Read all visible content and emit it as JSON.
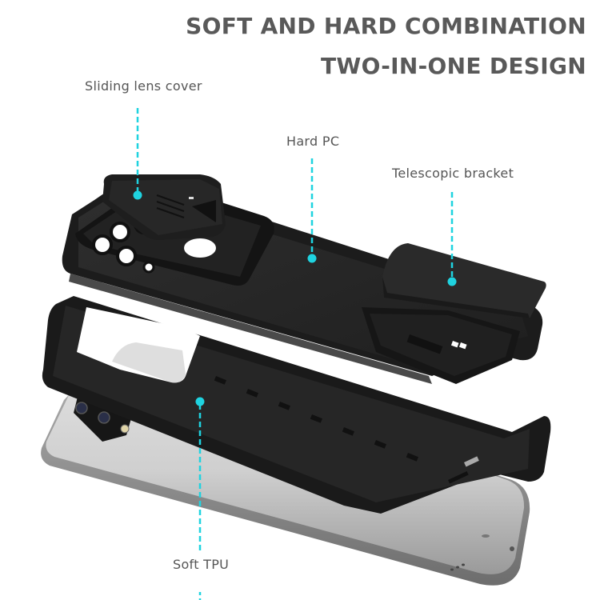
{
  "headline": {
    "line1": "SOFT AND HARD COMBINATION",
    "line2": "TWO-IN-ONE DESIGN"
  },
  "callouts": [
    {
      "label": "Sliding lens cover",
      "icon": "cyan-dot-marker"
    },
    {
      "label": "Hard PC",
      "icon": "cyan-dot-marker"
    },
    {
      "label": "Telescopic bracket",
      "icon": "cyan-dot-marker"
    },
    {
      "label": "Soft TPU",
      "icon": "cyan-dot-marker"
    }
  ],
  "colors": {
    "accent": "#1fd3e0",
    "headline_text": "#595959",
    "label_text": "#555555",
    "case_black": "#262626",
    "phone_silver": "#c9c9c9"
  }
}
